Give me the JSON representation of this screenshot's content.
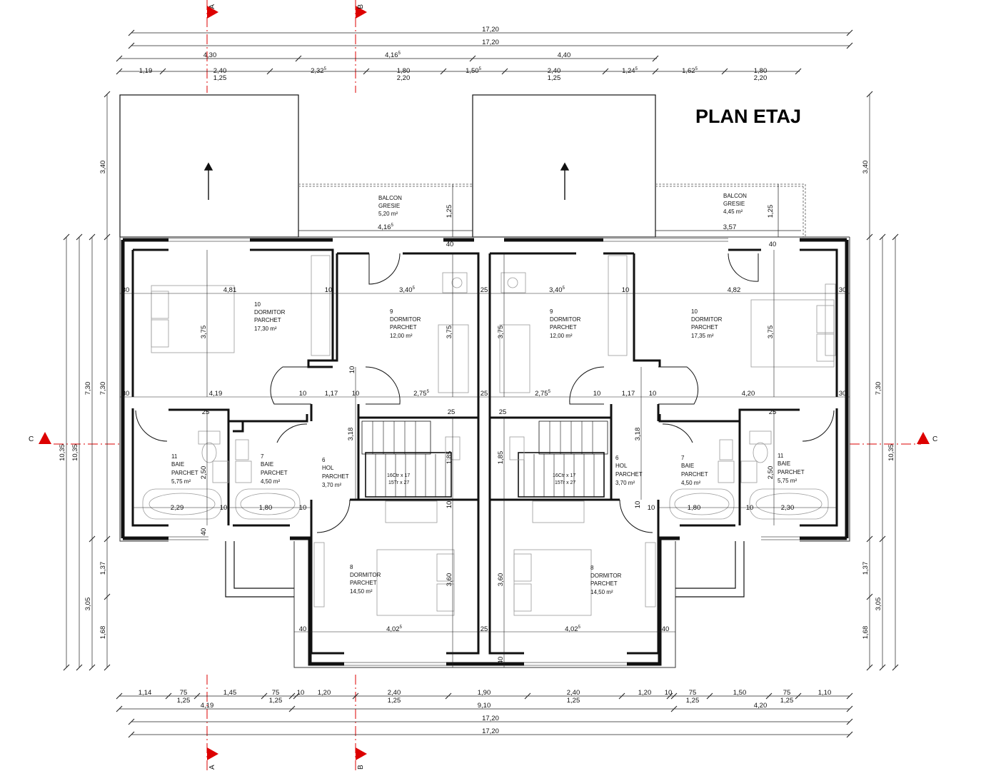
{
  "title": "PLAN ETAJ",
  "section_markers": {
    "a": "A",
    "b": "B",
    "c": "C"
  },
  "dims_top": {
    "overall_1": "17,20",
    "overall_2": "17,20",
    "row2": [
      "4,30",
      "4,16",
      "4,40"
    ],
    "row2_sup": "5",
    "row3": [
      "1,19",
      "2,40",
      "2,32",
      "1,80",
      "1,50",
      "2,40",
      "1,24",
      "1,62",
      "1,80"
    ],
    "row3_sup": [
      "",
      "",
      "5",
      "",
      "5",
      "",
      "5",
      "5",
      ""
    ],
    "row3_sub": [
      "1,25",
      "2,20",
      "1,25",
      "2,20"
    ]
  },
  "dims_bottom": {
    "row1": [
      "1,14",
      "75",
      "1,45",
      "75",
      "10",
      "1,20",
      "2,40",
      "1,90",
      "2,40",
      "1,20",
      "10",
      "75",
      "1,50",
      "75",
      "1,10"
    ],
    "row2": [
      "1,25",
      "4,19",
      "1,25",
      "1,25",
      "9,10",
      "1,25",
      "1,25",
      "4,20",
      "1,25"
    ],
    "overall_1": "17,20",
    "overall_2": "17,20"
  },
  "dims_left": [
    "3,40",
    "10,35",
    "10,35",
    "7,30",
    "7,30",
    "1,37",
    "3,05",
    "1,68"
  ],
  "dims_right": [
    "3,40",
    "10,35",
    "7,30",
    "1,37",
    "3,05",
    "1,68"
  ],
  "dims_inner": {
    "balcony_left": "4,16",
    "balcony_left_sup": "5",
    "balcony_right": "3,57",
    "v125": "1,25",
    "v40": "40",
    "row_a": [
      "30",
      "4,81",
      "10",
      "3,40",
      "25",
      "3,40",
      "10",
      "4,82",
      "30"
    ],
    "row_a_sup": "5",
    "v375": "3,75",
    "row_b": [
      "30",
      "4,19",
      "10",
      "1,17",
      "10",
      "2,75",
      "25",
      "2,75",
      "10",
      "1,17",
      "10",
      "4,20",
      "30"
    ],
    "row_b_sup": "5",
    "small": [
      "25",
      "10",
      "2,50",
      "3,18",
      "1,85",
      "10",
      "40"
    ],
    "bath": [
      "2,29",
      "10",
      "1,80",
      "10",
      "1,80",
      "10",
      "2,30"
    ],
    "v360": "3,60",
    "row_c": [
      "40",
      "4,02",
      "25",
      "4,02",
      "40"
    ],
    "row_c_sup": "5"
  },
  "rooms": [
    {
      "id": "10",
      "name": "DORMITOR",
      "floor": "PARCHET",
      "area": "17,30 m²"
    },
    {
      "id": "9",
      "name": "DORMITOR",
      "floor": "PARCHET",
      "area": "12,00 m²"
    },
    {
      "id": "9",
      "name": "DORMITOR",
      "floor": "PARCHET",
      "area": "12,00 m²"
    },
    {
      "id": "10",
      "name": "DORMITOR",
      "floor": "PARCHET",
      "area": "17,35 m²"
    },
    {
      "id": "11",
      "name": "BAIE",
      "floor": "PARCHET",
      "area": "5,75 m²"
    },
    {
      "id": "7",
      "name": "BAIE",
      "floor": "PARCHET",
      "area": "4,50 m²"
    },
    {
      "id": "6",
      "name": "HOL",
      "floor": "PARCHET",
      "area": "3,70 m²"
    },
    {
      "id": "6",
      "name": "HOL",
      "floor": "PARCHET",
      "area": "3,70 m²"
    },
    {
      "id": "7",
      "name": "BAIE",
      "floor": "PARCHET",
      "area": "4,50 m²"
    },
    {
      "id": "11",
      "name": "BAIE",
      "floor": "PARCHET",
      "area": "5,75 m²"
    },
    {
      "id": "8",
      "name": "DORMITOR",
      "floor": "PARCHET",
      "area": "14,50 m²"
    },
    {
      "id": "8",
      "name": "DORMITOR",
      "floor": "PARCHET",
      "area": "14,50 m²"
    }
  ],
  "balconies": [
    {
      "name": "BALCON",
      "floor": "GRESIE",
      "area": "5,20 m²"
    },
    {
      "name": "BALCON",
      "floor": "GRESIE",
      "area": "4,45 m²"
    }
  ],
  "stairs": {
    "label_top": "16Ctr x 17",
    "label": "15Tr x 27"
  },
  "colors": {
    "wall": "#111111",
    "section": "#dd0000",
    "dim": "#222222",
    "furniture": "#9a9a9a"
  }
}
